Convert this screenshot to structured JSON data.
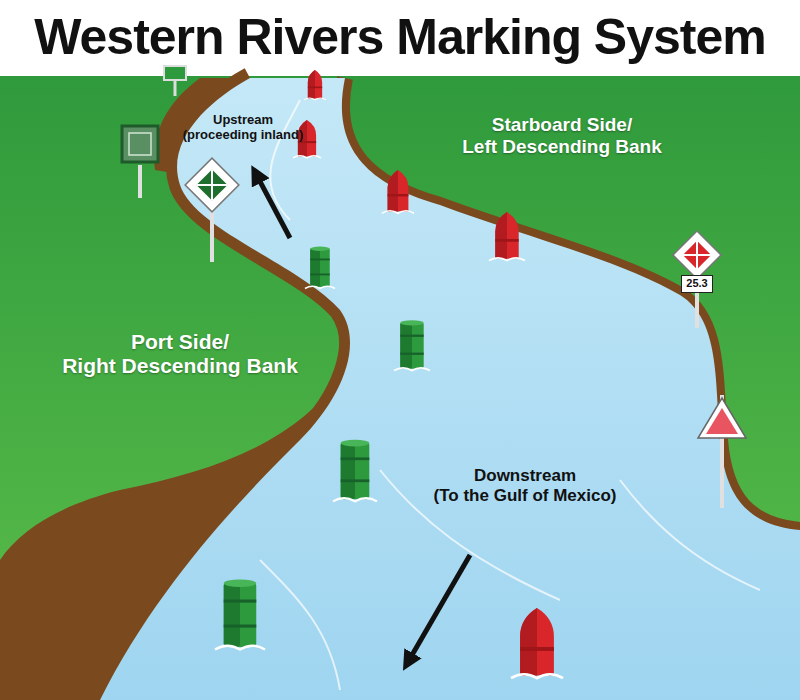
{
  "diagram": {
    "title": "Western Rivers Marking System",
    "nodes": [
      {
        "text": [
          "25.3"
        ]
      }
    ],
    "labels": [
      "Upstream (proceeding inland)",
      "Starboard Side/ Left Descending Bank",
      "Port Side/ Right Descending Bank",
      "Downstream (To the Gulf of Mexico)"
    ]
  }
}
